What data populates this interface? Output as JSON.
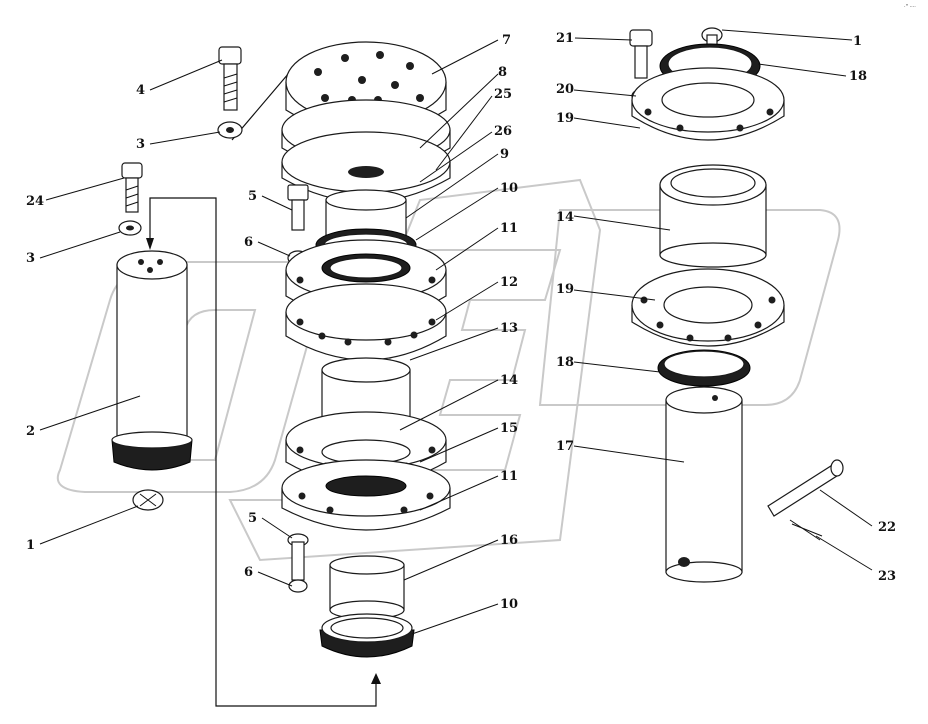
{
  "corner_mark": "·\" ····",
  "callouts": [
    {
      "id": "c1_top",
      "text": "1"
    },
    {
      "id": "c18_top",
      "text": "18"
    },
    {
      "id": "c21",
      "text": "21"
    },
    {
      "id": "c20",
      "text": "20"
    },
    {
      "id": "c19_top",
      "text": "19"
    },
    {
      "id": "c14_right",
      "text": "14"
    },
    {
      "id": "c19_mid",
      "text": "19"
    },
    {
      "id": "c18_mid",
      "text": "18"
    },
    {
      "id": "c17",
      "text": "17"
    },
    {
      "id": "c22",
      "text": "22"
    },
    {
      "id": "c23",
      "text": "23"
    },
    {
      "id": "c7",
      "text": "7"
    },
    {
      "id": "c8",
      "text": "8"
    },
    {
      "id": "c25",
      "text": "25"
    },
    {
      "id": "c26",
      "text": "26"
    },
    {
      "id": "c9",
      "text": "9"
    },
    {
      "id": "c10_top",
      "text": "10"
    },
    {
      "id": "c11_top",
      "text": "11"
    },
    {
      "id": "c12",
      "text": "12"
    },
    {
      "id": "c13",
      "text": "13"
    },
    {
      "id": "c14_mid",
      "text": "14"
    },
    {
      "id": "c15",
      "text": "15"
    },
    {
      "id": "c11_low",
      "text": "11"
    },
    {
      "id": "c16",
      "text": "16"
    },
    {
      "id": "c10_low",
      "text": "10"
    },
    {
      "id": "c4",
      "text": "4"
    },
    {
      "id": "c3_top",
      "text": "3"
    },
    {
      "id": "c24",
      "text": "24"
    },
    {
      "id": "c3_low",
      "text": "3"
    },
    {
      "id": "c2",
      "text": "2"
    },
    {
      "id": "c1_low",
      "text": "1"
    },
    {
      "id": "c5_top",
      "text": "5"
    },
    {
      "id": "c6_top",
      "text": "6"
    },
    {
      "id": "c5_low",
      "text": "5"
    },
    {
      "id": "c6_low",
      "text": "6"
    }
  ]
}
